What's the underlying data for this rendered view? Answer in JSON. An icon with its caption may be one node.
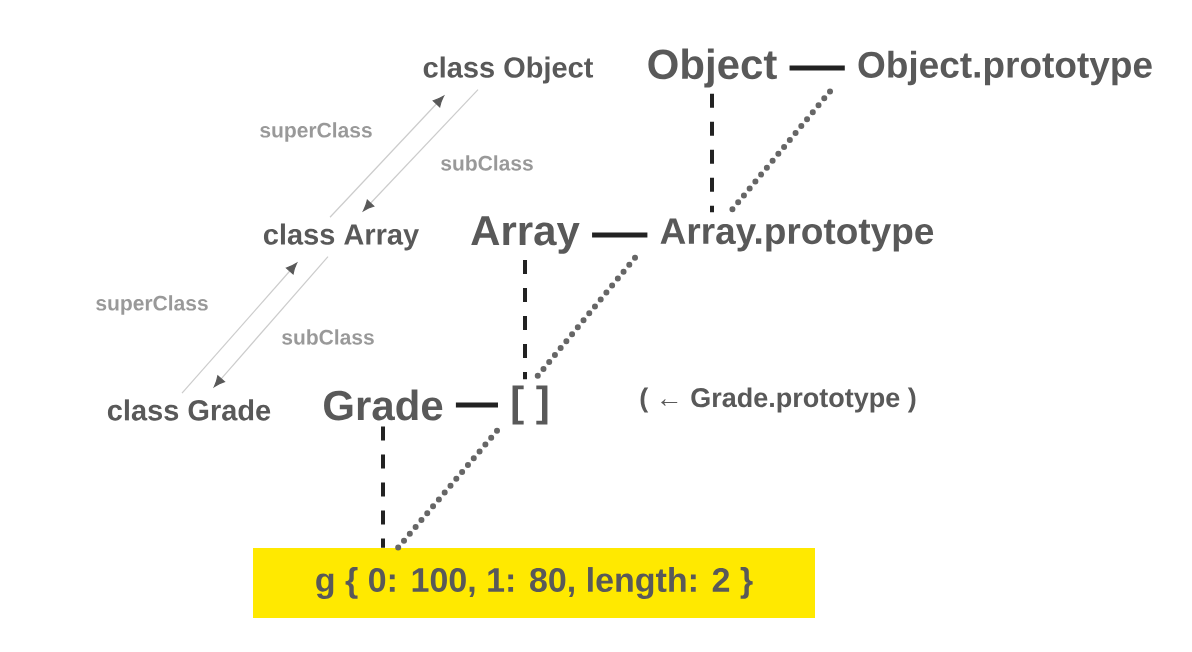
{
  "diagram": {
    "nodes": [
      {
        "text": [
          "class Object"
        ]
      },
      {
        "text": [
          "class Array"
        ]
      },
      {
        "text": [
          "class Grade"
        ]
      },
      {
        "text": [
          "Object"
        ]
      },
      {
        "text": [
          "Object.prototype"
        ]
      },
      {
        "text": [
          "Array"
        ]
      },
      {
        "text": [
          "Array.prototype"
        ]
      },
      {
        "text": [
          "Grade"
        ]
      },
      {
        "text": [
          "[ ]"
        ]
      },
      {
        "text": [
          "g { 0: 100, 1: 80, length: 2 }"
        ]
      }
    ],
    "edges": [
      {
        "from": 1,
        "to": 0,
        "arrow": "to",
        "label": "superClass",
        "color": "#cccccc"
      },
      {
        "from": 0,
        "to": 1,
        "arrow": "to",
        "label": "subClass",
        "color": "#cccccc"
      },
      {
        "from": 2,
        "to": 1,
        "arrow": "to",
        "label": "superClass",
        "color": "#cccccc"
      },
      {
        "from": 1,
        "to": 2,
        "arrow": "to",
        "label": "subClass",
        "color": "#cccccc"
      },
      {
        "from": 3,
        "to": 4,
        "arrow": "none",
        "color": "#222222"
      },
      {
        "from": 5,
        "to": 6,
        "arrow": "none",
        "color": "#222222"
      },
      {
        "from": 7,
        "to": 8,
        "arrow": "none",
        "color": "#222222"
      },
      {
        "from": 3,
        "to": 6,
        "arrow": "none",
        "style": "dashed",
        "color": "#222222"
      },
      {
        "from": 4,
        "to": 6,
        "arrow": "none",
        "style": "dashed",
        "color": "#666666"
      },
      {
        "from": 5,
        "to": 8,
        "arrow": "none",
        "style": "dashed",
        "color": "#222222"
      },
      {
        "from": 6,
        "to": 8,
        "arrow": "none",
        "style": "dashed",
        "color": "#666666"
      },
      {
        "from": 7,
        "to": 9,
        "arrow": "none",
        "style": "dashed",
        "color": "#222222"
      },
      {
        "from": 8,
        "to": 9,
        "arrow": "none",
        "style": "dashed",
        "color": "#666666"
      }
    ],
    "labels": [
      "( ← Grade.prototype )"
    ]
  }
}
